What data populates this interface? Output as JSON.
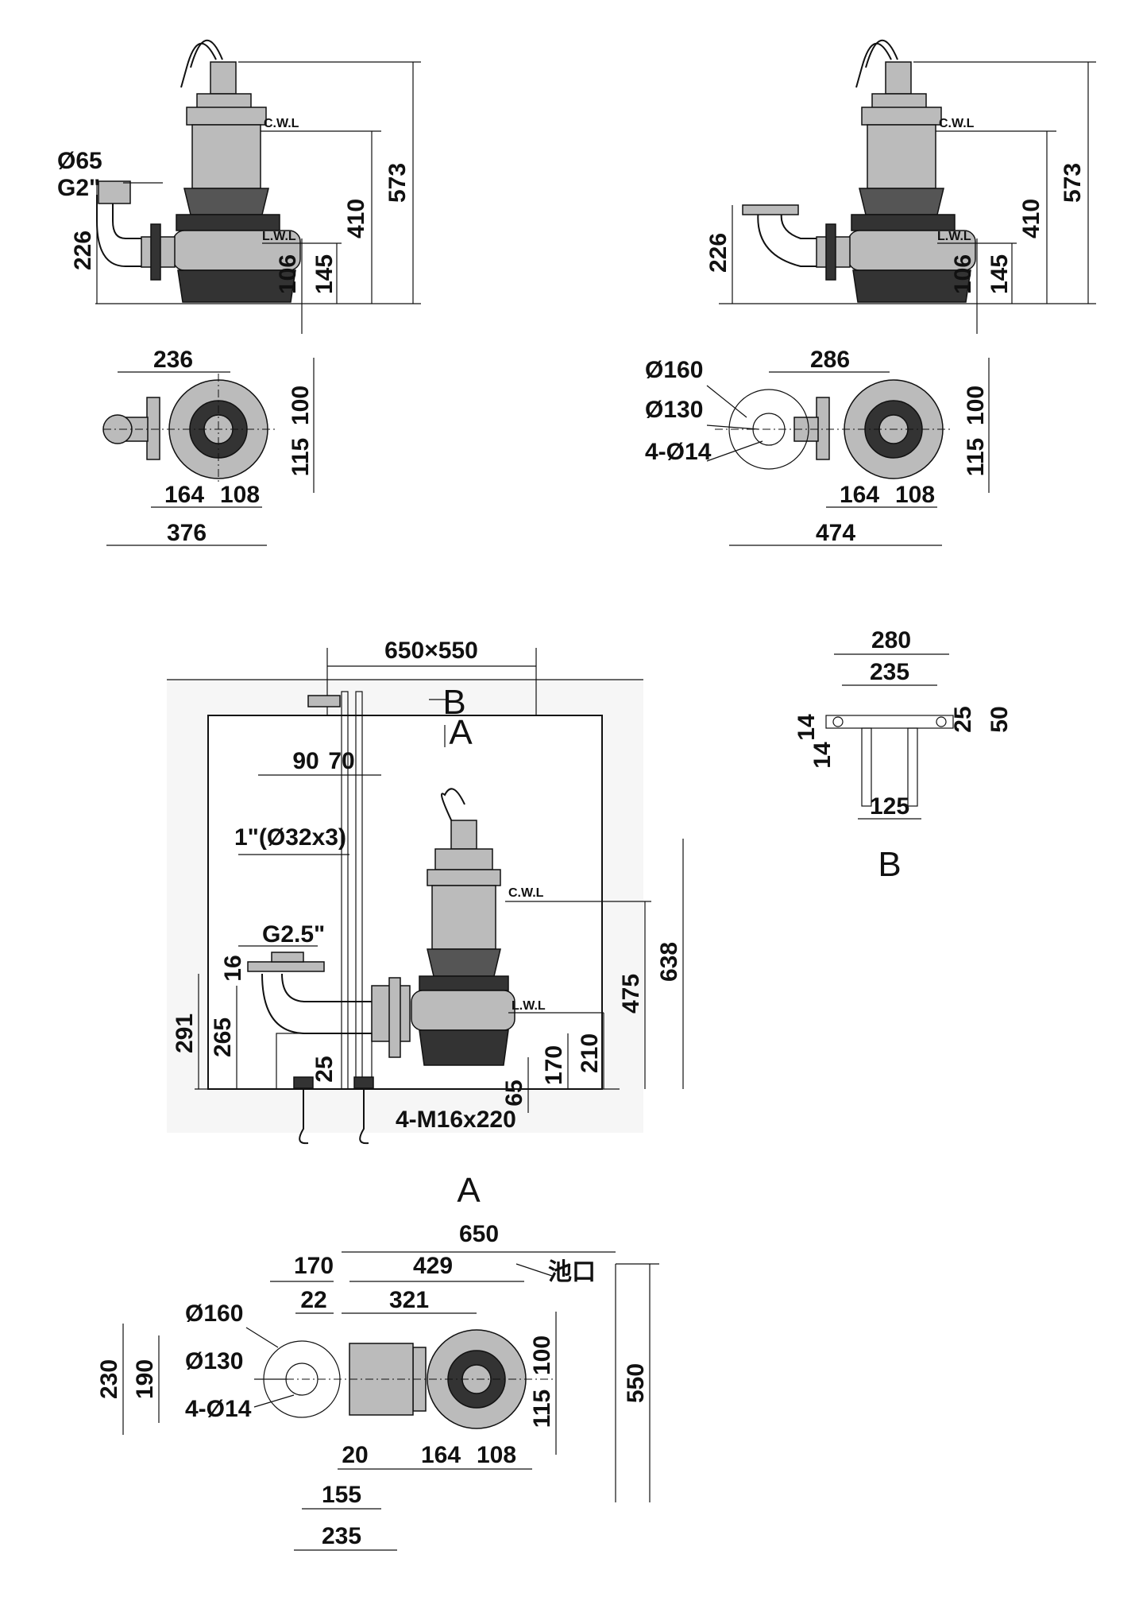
{
  "views": {
    "top_left": {
      "dims": {
        "d573": "573",
        "d410": "410",
        "d145": "145",
        "d106": "106",
        "d226": "226"
      },
      "labels": {
        "phi65": "Ø65",
        "g2": "G2\"",
        "cwl": "C.W.L",
        "lwl": "L.W.L"
      }
    },
    "top_right": {
      "dims": {
        "d573": "573",
        "d410": "410",
        "d145": "145",
        "d106": "106",
        "d226": "226"
      },
      "labels": {
        "cwl": "C.W.L",
        "lwl": "L.W.L"
      }
    },
    "plan_left": {
      "dims": {
        "d236": "236",
        "d100": "100",
        "d115": "115",
        "d164": "164",
        "d108": "108",
        "d376": "376"
      }
    },
    "plan_right": {
      "dims": {
        "d286": "286",
        "d100": "100",
        "d115": "115",
        "d164": "164",
        "d108": "108",
        "d474": "474"
      },
      "labels": {
        "phi160": "Ø160",
        "phi130": "Ø130",
        "holes": "4-Ø14"
      }
    },
    "section": {
      "dims": {
        "d650x550": "650×550",
        "d90": "90",
        "d70": "70",
        "d638": "638",
        "d475": "475",
        "d291": "291",
        "d265": "265",
        "d16": "16",
        "d25": "25",
        "d65": "65",
        "d170": "170",
        "d210": "210"
      },
      "labels": {
        "pipe": "1\"(Ø32x3)",
        "g25": "G2.5\"",
        "cwl": "C.W.L",
        "lwl": "L.W.L",
        "bolts": "4-M16x220",
        "markB": "B",
        "markA": "A"
      }
    },
    "detail_b": {
      "dims": {
        "d280": "280",
        "d235": "235",
        "d25": "25",
        "d50": "50",
        "d14a": "14",
        "d14b": "14",
        "d125": "125"
      },
      "title": "B"
    },
    "view_a": {
      "title": "A",
      "dims": {
        "d650": "650",
        "d170": "170",
        "d429": "429",
        "d22": "22",
        "d321": "321",
        "d230": "230",
        "d190": "190",
        "d100": "100",
        "d115": "115",
        "d550": "550",
        "d20": "20",
        "d164": "164",
        "d108": "108",
        "d155": "155",
        "d235": "235"
      },
      "labels": {
        "phi160": "Ø160",
        "phi130": "Ø130",
        "holes": "4-Ø14",
        "pit": "池口"
      }
    }
  }
}
